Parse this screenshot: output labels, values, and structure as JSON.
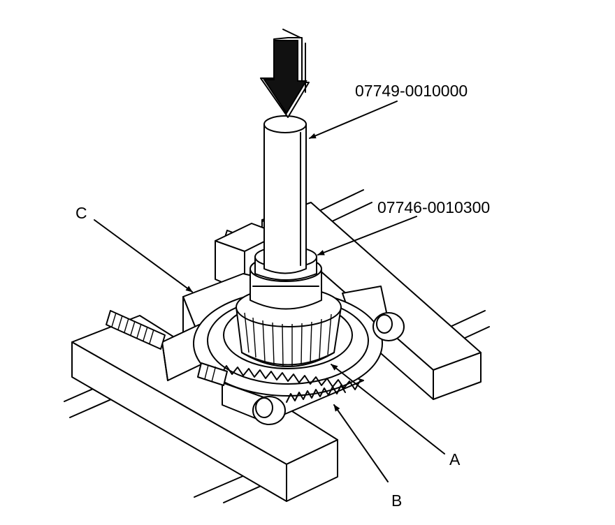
{
  "labels": {
    "tool_shaft": "07749-0010000",
    "tool_attachment": "07746-0010300",
    "part_a": "A",
    "part_b": "B",
    "part_c": "C"
  }
}
